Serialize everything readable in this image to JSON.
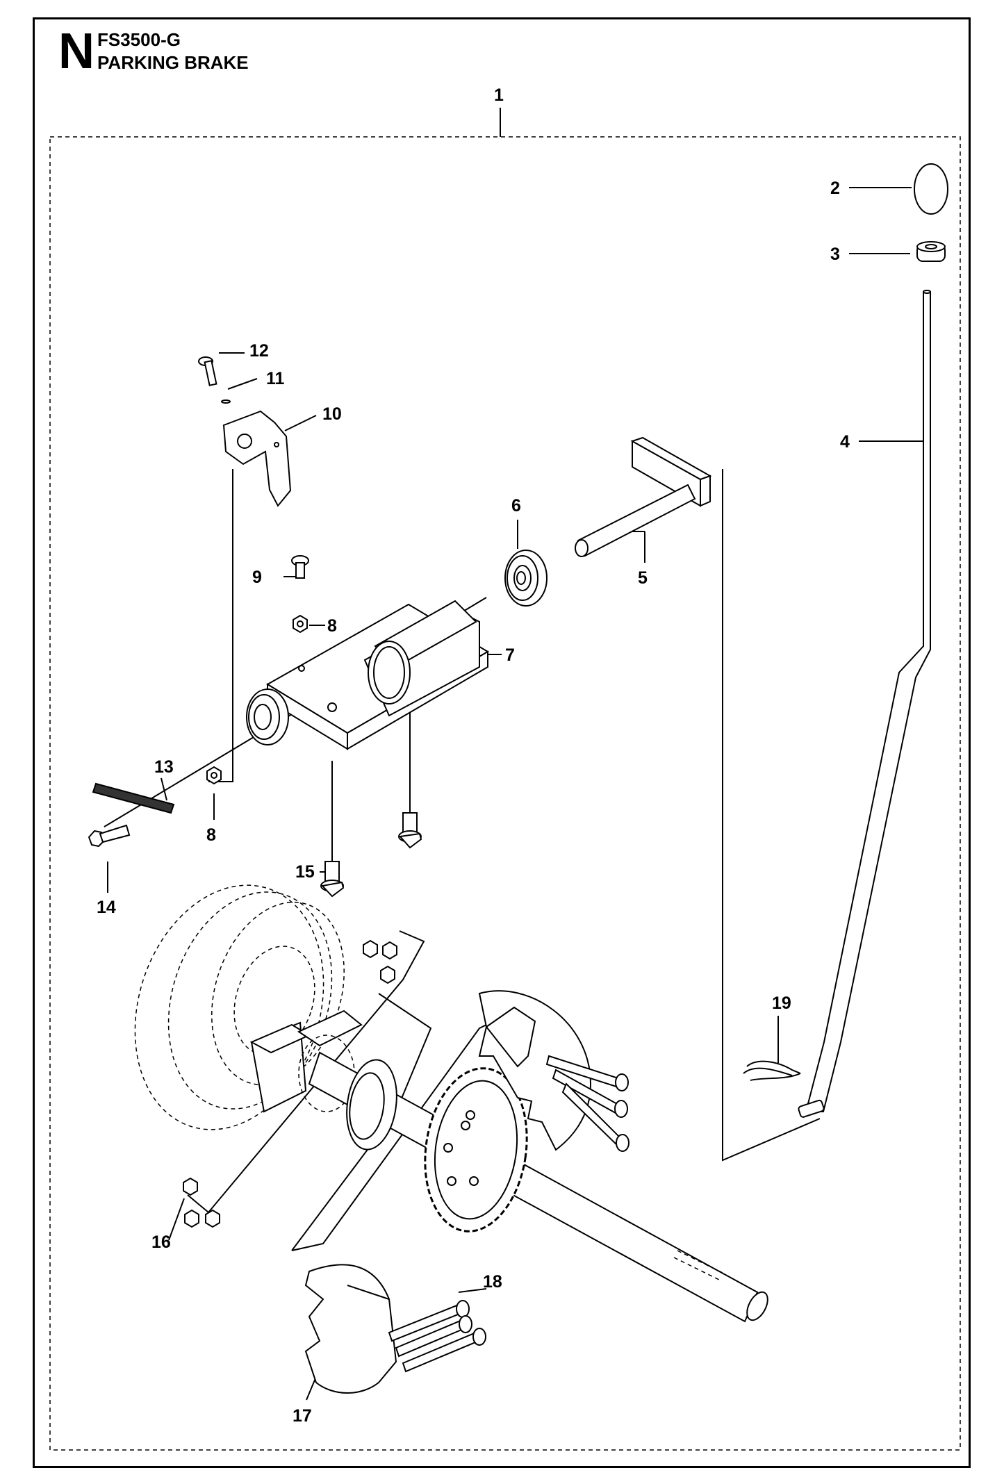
{
  "header": {
    "section_letter": "N",
    "model": "FS3500-G",
    "title": "PARKING BRAKE"
  },
  "callouts": {
    "c1": "1",
    "c2": "2",
    "c3": "3",
    "c4": "4",
    "c5": "5",
    "c6": "6",
    "c7": "7",
    "c8a": "8",
    "c8b": "8",
    "c9": "9",
    "c10": "10",
    "c11": "11",
    "c12": "12",
    "c13": "13",
    "c14": "14",
    "c15": "15",
    "c16": "16",
    "c17": "17",
    "c18": "18",
    "c19": "19"
  }
}
